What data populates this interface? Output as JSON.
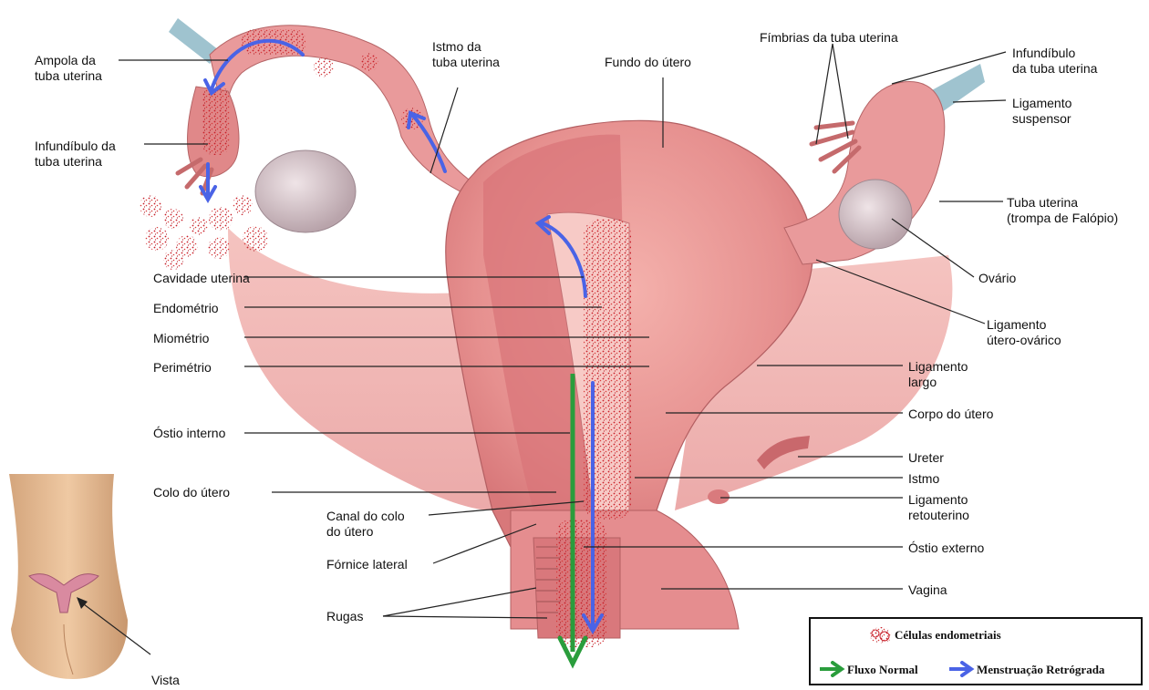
{
  "labels": {
    "ampola": "Ampola da\ntuba uterina",
    "istmo_tuba": "Istmo da\ntuba uterina",
    "fundo": "Fundo do útero",
    "fimbrias": "Fímbrias da tuba uterina",
    "infundibulo_right": "Infundíbulo\nda tuba uterina",
    "ligamento_suspensor": "Ligamento\nsuspensor",
    "infundibulo_left": "Infundíbulo da\ntuba uterina",
    "tuba_uterina": "Tuba uterina\n(trompa de Falópio)",
    "ovario": "Ovário",
    "cavidade": "Cavidade uterina",
    "endometrio": "Endométrio",
    "miometrio": "Miométrio",
    "perimetrio": "Perimétrio",
    "ligamento_ovarico": "Ligamento\nútero-ovárico",
    "ligamento_largo": "Ligamento\nlargo",
    "corpo": "Corpo do útero",
    "ostio_interno": "Óstio interno",
    "ureter": "Ureter",
    "istmo": "Istmo",
    "colo": "Colo do útero",
    "ligamento_retouterino": "Ligamento\nretouterino",
    "canal_colo": "Canal do colo\ndo útero",
    "fornice": "Fórnice lateral",
    "ostio_externo": "Óstio externo",
    "vagina": "Vagina",
    "rugas": "Rugas",
    "vista": "Vista"
  },
  "legend": {
    "cells": "Células endometriais",
    "normal": "Fluxo Normal",
    "retro": "Menstruação Retrógrada"
  },
  "colors": {
    "normal_flow": "#2a9d3c",
    "retrograde_flow": "#4a63e6",
    "cells": "#c8202a",
    "tissue": "#e58d8f",
    "tissue_light": "#f4b5b3",
    "tissue_dark": "#c9686c",
    "ovary": "#d9cbd0"
  }
}
